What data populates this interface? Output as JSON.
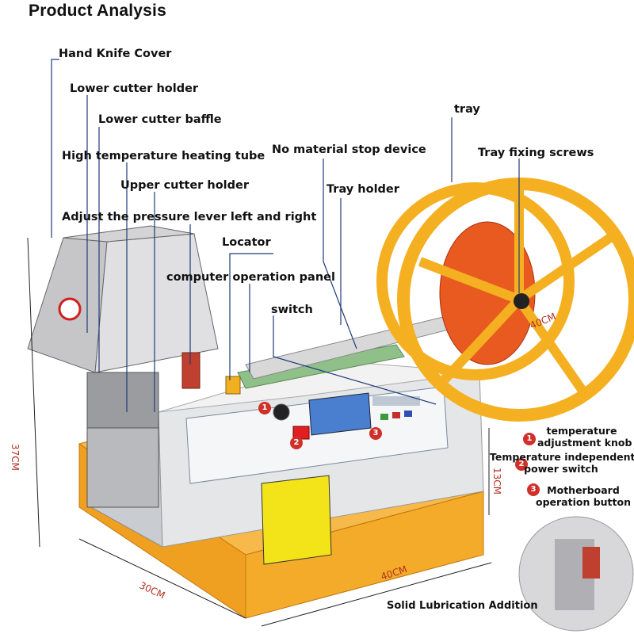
{
  "header": {
    "title": "Product Analysis"
  },
  "callouts": {
    "hand_knife_cover": "Hand Knife Cover",
    "lower_cutter_holder": "Lower cutter holder",
    "lower_cutter_baffle": "Lower cutter baffle",
    "heating_tube": "High temperature heating tube",
    "upper_cutter_holder": "Upper cutter holder",
    "pressure_lever": "Adjust the pressure lever left and right",
    "locator": "Locator",
    "operation_panel": "computer operation panel",
    "switch": "switch",
    "stop_device": "No material stop device",
    "tray_holder": "Tray holder",
    "tray": "tray",
    "tray_screws": "Tray fixing screws"
  },
  "legend": [
    {
      "number": "1",
      "text_line1": "temperature",
      "text_line2": "adjustment knob"
    },
    {
      "number": "2",
      "text_line1": "Temperature independent",
      "text_line2": "power switch"
    },
    {
      "number": "3",
      "text_line1": "Motherboard",
      "text_line2": "operation button"
    }
  ],
  "dimensions": {
    "height_left": "37CM",
    "height_right": "13CM",
    "depth": "30CM",
    "width": "40CM",
    "tray_diameter": "40CM"
  },
  "inset": {
    "caption": "Solid Lubrication Addition"
  },
  "colors": {
    "base_orange": "#f0a020",
    "tray_yellow": "#f4b020",
    "leader_line": "#1f3a7a",
    "dimension_text": "#b03020",
    "badge_red": "#d0302a"
  }
}
